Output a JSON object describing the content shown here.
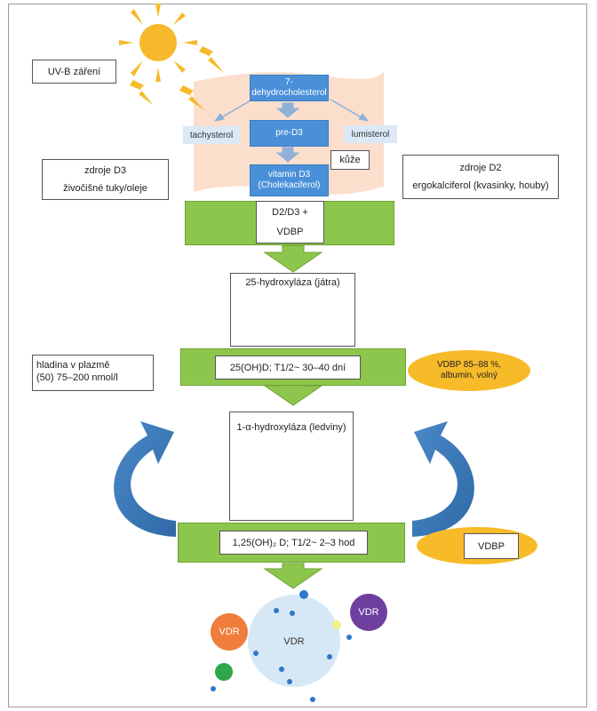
{
  "labels": {
    "uvb": "UV-B záření",
    "dehydro": "7-dehydrocholesterol",
    "pre_d3": "pre-D3",
    "vitd3_line1": "vitamin D3",
    "vitd3_line2": "(Cholekaciferol)",
    "tachysterol": "tachysterol",
    "lumisterol": "lumisterol",
    "kuze": "kůže",
    "sources_d3_line1": "zdroje D3",
    "sources_d3_line2": "živočišné tuky/oleje",
    "sources_d2_line1": "zdroje D2",
    "sources_d2_line2": "ergokalciferol (kvasinky, houby)",
    "d2d3_line1": "D2/D3 +",
    "d2d3_line2": "VDBP",
    "hydroxylase25": "25-hydroxyláza (játra)",
    "plasma_line1": "hladina v plazmě",
    "plasma_line2": "(50) 75–200 nmol/l",
    "oh25d": "25(OH)D; T1/2~ 30–40 dní",
    "vdbp85_line1": "VDBP 85–88 %,",
    "vdbp85_line2": "albumin, volný",
    "hydroxylase1a": "1-α-hydroxyláza (ledviny)",
    "oh125d": "1,25(OH)₂ D; T1/2~ 2–3 hod",
    "vdbp": "VDBP",
    "vdr_orange": "VDR",
    "vdr_center": "VDR",
    "vdr_purple": "VDR"
  },
  "colors": {
    "green": "#8dc64d",
    "blue": "#4a90d9",
    "skin": "#fbd8c4",
    "yellow": "#f7bb2a",
    "sun": "#f7b92b",
    "orange_vdr": "#ef7d3c",
    "purple_vdr": "#6f3fa0",
    "circle": "#d6e8f6",
    "liver": "#b52a2a",
    "kidney": "#c9362e",
    "curve_arrow": "#3e7ab8"
  },
  "icons": [
    "sun-icon",
    "lightning-icon",
    "liver-icon",
    "kidney-icon"
  ]
}
